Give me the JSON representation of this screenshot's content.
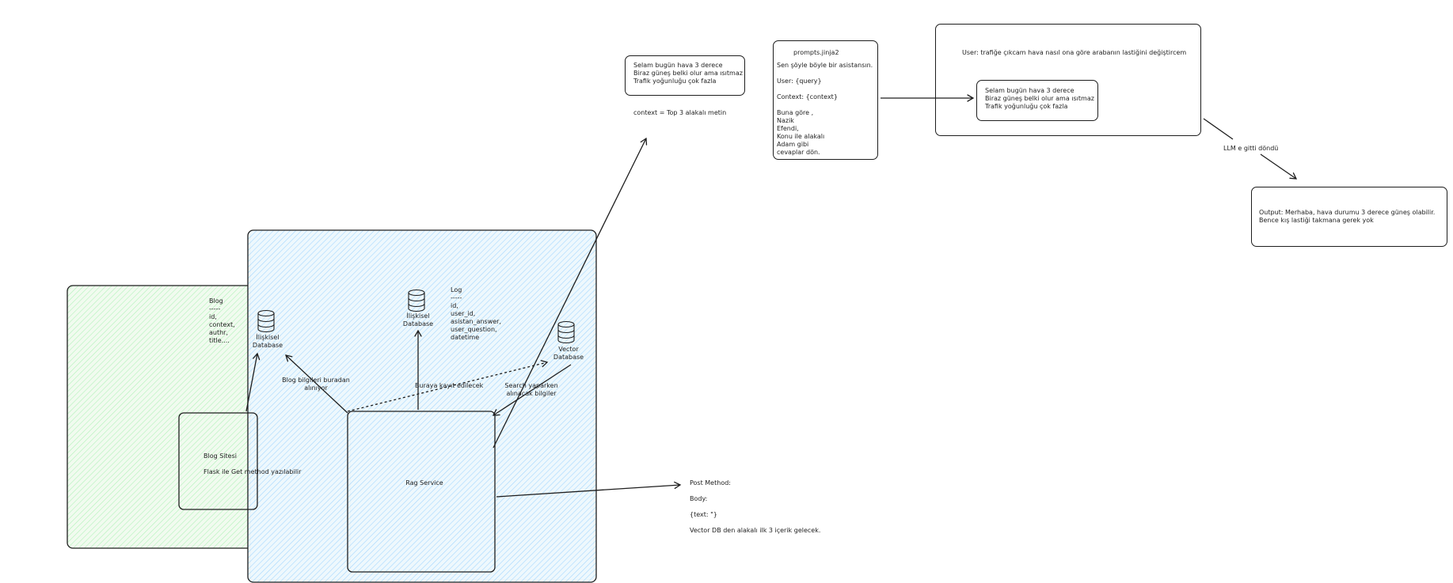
{
  "diagram": {
    "blog_section": {
      "blog_fields": "Blog\n-----\nid,\ncontext,\nauthr,\ntitle....",
      "relational_db_label": "İlişkisel\nDatabase",
      "blog_site_title": "Blog Sitesi",
      "blog_site_note": "Flask ile Get method yazılabilir"
    },
    "rag_section": {
      "relational_db_label": "İlişkisel\nDatabase",
      "log_fields": "Log\n-----\nid,\nuser_id,\nasistan_answer,\nuser_question,\ndatetime",
      "vector_db_label": "Vector\nDatabase",
      "blog_fetch_note": "Blog bilgileri buradan\nalınıyor",
      "save_note": "Buraya kayıt edilecek",
      "search_note": "Search yaparken\nalınacak bilgiler",
      "rag_service_label": "Rag Service"
    },
    "post_method": {
      "text": "Post Method:\n\nBody:\n\n{text: \"}\n\nVector DB den alakalı ilk 3 içerik gelecek."
    },
    "context_sample": {
      "text": "Selam bugün hava 3 derece\nBiraz güneş belki olur ama ısıtmaz\nTrafik yoğunluğu çok fazla",
      "caption": "context = Top 3 alakalı metin"
    },
    "prompt_template": {
      "title": "prompts.jinja2",
      "body": "Sen şöyle böyle bir asistansın.\n\nUser: {query}\n\nContext: {context}\n\nBuna göre ,\nNazik\nEfendi,\nKonu ile alakalı\nAdam gibi\ncevaplar dön."
    },
    "filled_prompt": {
      "user_line": "User: trafiğe çıkcam hava nasıl ona göre arabanın lastiğini değiştircem",
      "context_text": "Selam bugün hava 3 derece\nBiraz güneş belki olur ama ısıtmaz\nTrafik yoğunluğu çok fazla"
    },
    "llm_note": "LLM e gitti döndü",
    "output_text": "Output: Merhaba, hava durumu 3 derece güneş olabilir.\nBence kış lastiği takmana gerek yok"
  }
}
